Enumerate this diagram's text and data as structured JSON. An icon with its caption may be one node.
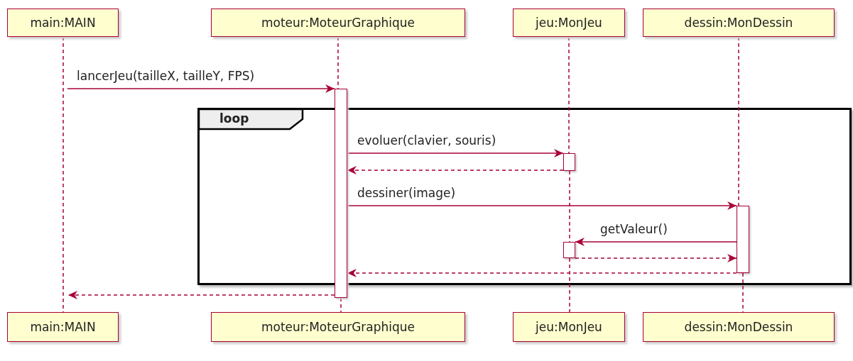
{
  "diagram": {
    "nodes": [
      {
        "text": [
          "main:MAIN"
        ]
      },
      {
        "text": [
          "moteur:MoteurGraphique"
        ]
      },
      {
        "text": [
          "jeu:MonJeu"
        ]
      },
      {
        "text": [
          "dessin:MonDessin"
        ]
      },
      {
        "text": [
          "loop"
        ]
      },
      {
        "text": [],
        "shape": "bar"
      },
      {
        "text": [],
        "shape": "bar",
        "in": 4
      },
      {
        "text": [],
        "shape": "bar",
        "in": 4
      },
      {
        "text": [],
        "shape": "bar",
        "in": 4
      },
      {
        "text": [
          "main:MAIN"
        ]
      },
      {
        "text": [
          "moteur:MoteurGraphique"
        ]
      },
      {
        "text": [
          "jeu:MonJeu"
        ]
      },
      {
        "text": [
          "dessin:MonDessin"
        ]
      }
    ],
    "edges": [
      {
        "from": null,
        "to": 5,
        "arrow": "to",
        "label": "lancerJeu(tailleX, tailleY, FPS)"
      },
      {
        "from": 5,
        "to": 6,
        "arrow": "to",
        "label": "evoluer(clavier, souris)"
      },
      {
        "from": 6,
        "to": 5,
        "arrow": "to",
        "style": "dashed"
      },
      {
        "from": 5,
        "to": 7,
        "arrow": "to",
        "label": "dessiner(image)"
      },
      {
        "from": 7,
        "to": 8,
        "arrow": "to",
        "label": "getValeur()"
      },
      {
        "from": 8,
        "to": 7,
        "arrow": "to",
        "style": "dashed"
      },
      {
        "from": 7,
        "to": 5,
        "arrow": "to",
        "style": "dashed"
      },
      {
        "from": 5,
        "to": 9,
        "arrow": "to",
        "style": "dashed"
      },
      {
        "from": 0,
        "to": 9,
        "arrow": "none",
        "style": "dashed"
      },
      {
        "from": 1,
        "to": 5,
        "arrow": "none",
        "style": "dashed"
      },
      {
        "from": 5,
        "to": 10,
        "arrow": "none",
        "style": "dashed"
      },
      {
        "from": 2,
        "to": 6,
        "arrow": "none",
        "style": "dashed"
      },
      {
        "from": 6,
        "to": 8,
        "arrow": "none",
        "style": "dashed"
      },
      {
        "from": 8,
        "to": 11,
        "arrow": "none",
        "style": "dashed"
      },
      {
        "from": 3,
        "to": 7,
        "arrow": "none",
        "style": "dashed"
      },
      {
        "from": 7,
        "to": 12,
        "arrow": "none",
        "style": "dashed"
      }
    ]
  }
}
